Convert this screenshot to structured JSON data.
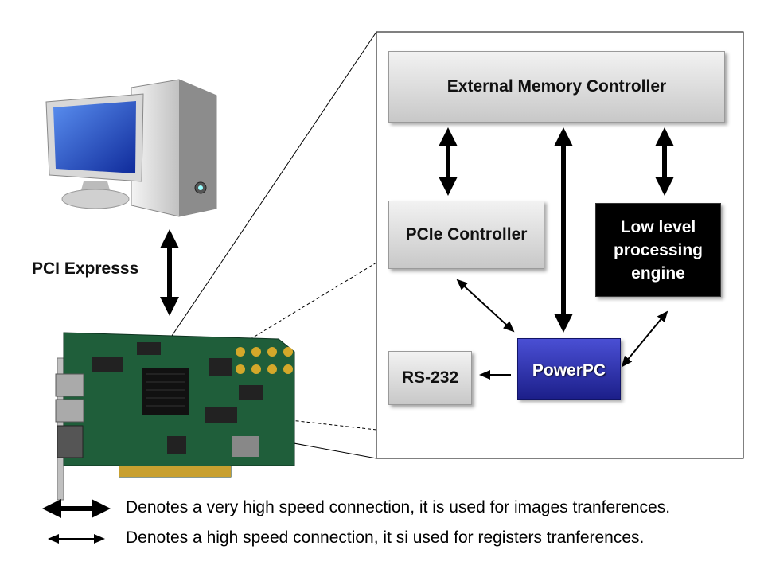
{
  "blocks": {
    "ext_mem": "External Memory Controller",
    "pcie": "PCIe Controller",
    "engine": "Low level processing engine",
    "powerpc": "PowerPC",
    "rs232": "RS-232"
  },
  "link_label": "PCI Expresss",
  "legend": {
    "very_high": "Denotes a very high speed connection, it is used for images tranferences.",
    "high": "Denotes a high speed connection, it si used for registers tranferences."
  },
  "colors": {
    "powerpc": "#2a2ea8",
    "engine": "#000000",
    "board": "#1f5e3a"
  }
}
